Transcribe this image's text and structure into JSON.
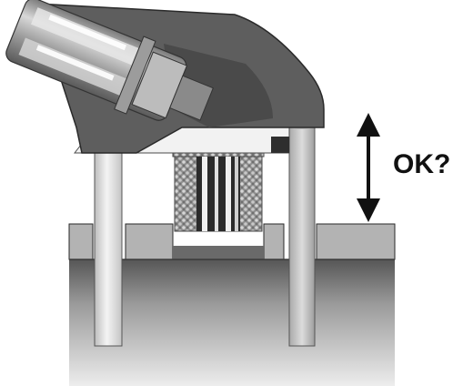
{
  "callout": {
    "label": "OK?"
  },
  "colors": {
    "base_top": "#5a5a5a",
    "base_bottom": "#e8e8e8",
    "housing": "#5e5e5e",
    "plate": "#f2f2f2",
    "arrow": "#111111"
  },
  "icons": {
    "arrow": "double-headed-vertical-arrow",
    "connector": "angled-connector",
    "pins": "press-fit-pins",
    "nut": "knurled-insert"
  }
}
